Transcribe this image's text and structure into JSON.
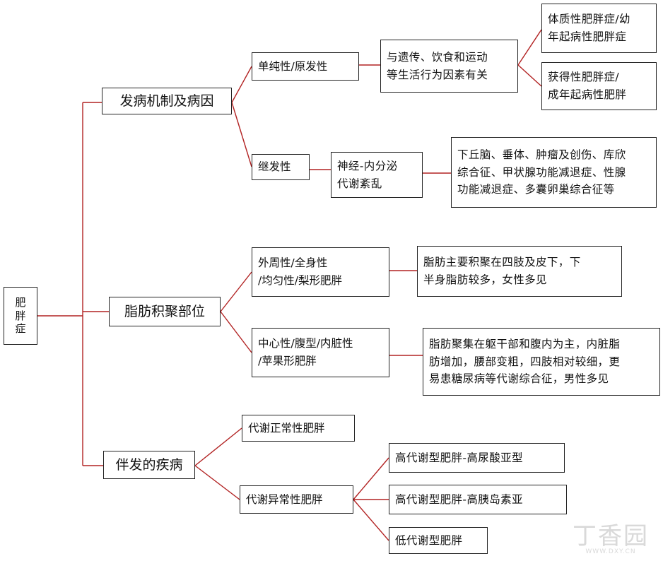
{
  "line_color": "#b22222",
  "root": "肥\n胖\n症",
  "nodes": {
    "pathogenesis": "发病机制及病因",
    "simple": "单纯性/原发性",
    "simple_cause": "与遗传、饮食和运动\n等生活行为因素有关",
    "constitutional": "体质性肥胖症/幼\n年起病性肥胖症",
    "acquired": "获得性肥胖症/\n成年起病性肥胖",
    "secondary": "继发性",
    "neuro": "神经-内分泌\n代谢紊乱",
    "neuro_causes": "下丘脑、垂体、肿瘤及创伤、库欣\n综合征、甲状腺功能减退症、性腺\n功能减退症、多囊卵巢综合征等",
    "fat_site": "脂肪积聚部位",
    "peripheral": "外周性/全身性\n/均匀性/梨形肥胖",
    "peripheral_desc": "脂肪主要积聚在四肢及皮下，下\n半身脂肪较多，女性多见",
    "central": "中心性/腹型/内脏性\n/苹果形肥胖",
    "central_desc": "脂肪聚集在躯干部和腹内为主，内脏脂\n肪增加，腰部变粗，四肢相对较细，更\n易患糖尿病等代谢综合征，男性多见",
    "comorbid": "伴发的疾病",
    "metab_normal": "代谢正常性肥胖",
    "metab_abnormal": "代谢异常性肥胖",
    "high_uric": "高代谢型肥胖-高尿酸亚型",
    "high_insulin": "高代谢型肥胖-高胰岛素亚",
    "low_metab": "低代谢型肥胖"
  },
  "watermark": {
    "logo": "丁香园",
    "url": "WWW.DXY.CN",
    "color": "#d9d9d9"
  }
}
